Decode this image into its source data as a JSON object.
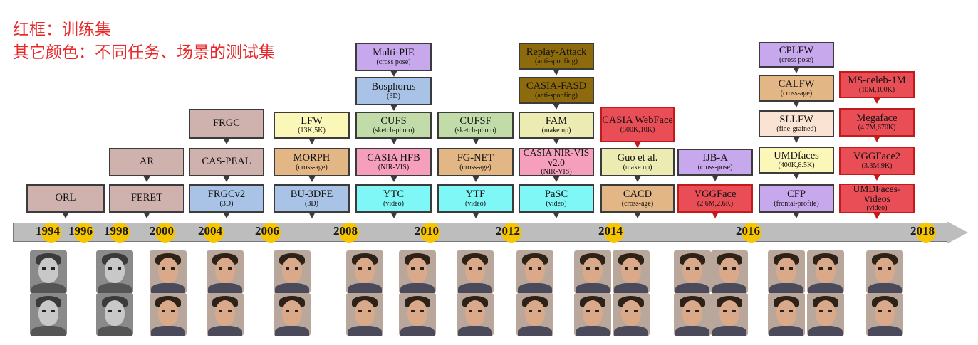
{
  "legend": {
    "line1": "红框：训练集",
    "line2": "其它颜色：不同任务、场景的测试集"
  },
  "colors": {
    "rose": "#cfb1ae",
    "blue": "#a8c3e6",
    "violet": "#c8a8ec",
    "green": "#c1dca9",
    "cyan": "#7ff7f7",
    "pink": "#f59fbd",
    "tan": "#e2b685",
    "yellow": "#fbf7b8",
    "olive": "#8d6a0c",
    "khaki": "#ecebb1",
    "red": "#e94e57",
    "peach": "#fbe3d4",
    "timeline": "#bdbdbd",
    "year_dot": "#f7c400",
    "legend_text": "#e8282b"
  },
  "years": [
    "1994",
    "1996",
    "1998",
    "2000",
    "2004",
    "2006",
    "2008",
    "2010",
    "2012",
    "2014",
    "2016",
    "2018"
  ],
  "datasets": [
    {
      "name": "ORL",
      "sub": "",
      "color": "rose",
      "training": false
    },
    {
      "name": "AR",
      "sub": "",
      "color": "rose",
      "training": false
    },
    {
      "name": "FERET",
      "sub": "",
      "color": "rose",
      "training": false
    },
    {
      "name": "FRGC",
      "sub": "",
      "color": "rose",
      "training": false
    },
    {
      "name": "CAS-PEAL",
      "sub": "",
      "color": "rose",
      "training": false
    },
    {
      "name": "FRGCv2",
      "sub": "(3D)",
      "color": "blue",
      "training": false
    },
    {
      "name": "LFW",
      "sub": "(13K,5K)",
      "color": "yellow",
      "training": false
    },
    {
      "name": "MORPH",
      "sub": "(cross-age)",
      "color": "tan",
      "training": false
    },
    {
      "name": "BU-3DFE",
      "sub": "(3D)",
      "color": "blue",
      "training": false
    },
    {
      "name": "Multi-PIE",
      "sub": "(cross pose)",
      "color": "violet",
      "training": false
    },
    {
      "name": "Bosphorus",
      "sub": "(3D)",
      "color": "blue",
      "training": false
    },
    {
      "name": "CUFS",
      "sub": "(sketch-photo)",
      "color": "green",
      "training": false
    },
    {
      "name": "CASIA HFB",
      "sub": "(NIR-VIS)",
      "color": "pink",
      "training": false
    },
    {
      "name": "YTC",
      "sub": "(video)",
      "color": "cyan",
      "training": false
    },
    {
      "name": "CUFSF",
      "sub": "(sketch-photo)",
      "color": "green",
      "training": false
    },
    {
      "name": "FG-NET",
      "sub": "(cross-age)",
      "color": "tan",
      "training": false
    },
    {
      "name": "YTF",
      "sub": "(video)",
      "color": "cyan",
      "training": false
    },
    {
      "name": "Replay-Attack",
      "sub": "(anti-spoofing)",
      "color": "olive",
      "training": false
    },
    {
      "name": "CASIA-FASD",
      "sub": "(anti-spoofing)",
      "color": "olive",
      "training": false
    },
    {
      "name": "FAM",
      "sub": "(make up)",
      "color": "khaki",
      "training": false
    },
    {
      "name": "CASIA NIR-VIS v2.0",
      "sub": "(NIR-VIS)",
      "color": "pink",
      "training": false
    },
    {
      "name": "PaSC",
      "sub": "(video)",
      "color": "cyan",
      "training": false
    },
    {
      "name": "CASIA WebFace",
      "sub": "(500K,10K)",
      "color": "red",
      "training": true
    },
    {
      "name": "Guo et al.",
      "sub": "(make up)",
      "color": "khaki",
      "training": false
    },
    {
      "name": "CACD",
      "sub": "(cross-age)",
      "color": "tan",
      "training": false
    },
    {
      "name": "IJB-A",
      "sub": "(cross-pose)",
      "color": "violet",
      "training": false
    },
    {
      "name": "VGGFace",
      "sub": "(2.6M,2.6K)",
      "color": "red",
      "training": true
    },
    {
      "name": "CPLFW",
      "sub": "(cross pose)",
      "color": "violet",
      "training": false
    },
    {
      "name": "CALFW",
      "sub": "(cross-age)",
      "color": "tan",
      "training": false
    },
    {
      "name": "SLLFW",
      "sub": "(fine-grained)",
      "color": "peach",
      "training": false
    },
    {
      "name": "UMDfaces",
      "sub": "(400K,8.5K)",
      "color": "yellow",
      "training": false
    },
    {
      "name": "CFP",
      "sub": "(frontal-profile)",
      "color": "violet",
      "training": false
    },
    {
      "name": "MS-celeb-1M",
      "sub": "(10M,100K)",
      "color": "red",
      "training": true
    },
    {
      "name": "Megaface",
      "sub": "(4.7M,670K)",
      "color": "red",
      "training": true
    },
    {
      "name": "VGGFace2",
      "sub": "(3.3M,9K)",
      "color": "red",
      "training": true
    },
    {
      "name": "UMDFaces-Videos",
      "sub": "(video)",
      "color": "red",
      "training": true
    }
  ]
}
